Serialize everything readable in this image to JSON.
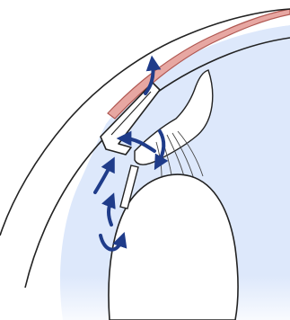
{
  "diagram": {
    "parts": [
      {
        "id": "sclera",
        "icon": "sclera-band"
      },
      {
        "id": "conjunctiva",
        "icon": "conjunctiva-band"
      },
      {
        "id": "anterior-chamber",
        "icon": "fluid-region"
      },
      {
        "id": "iris",
        "icon": "iris-shape"
      },
      {
        "id": "ciliary-body",
        "icon": "ciliary-body-shape"
      },
      {
        "id": "zonules",
        "icon": "zonule-fibers"
      },
      {
        "id": "lens",
        "icon": "lens-shape"
      },
      {
        "id": "drainage-implant",
        "icon": "implant-device"
      },
      {
        "id": "intraocular-lens-haptic",
        "icon": "haptic-rod"
      }
    ],
    "flow_arrows": 6
  },
  "colors": {
    "background": "#ffffff",
    "fluid": "#dde8fb",
    "conjunctiva": "#e7a7a2",
    "conjunctiva_edge": "#b05852",
    "outline": "#222222",
    "arrow": "#1f3c8a"
  }
}
